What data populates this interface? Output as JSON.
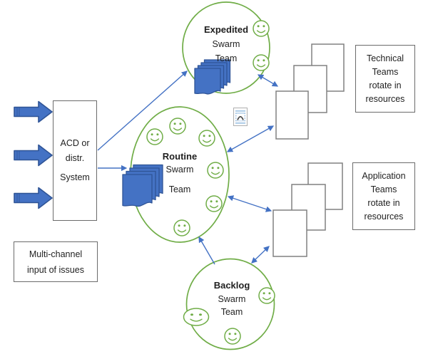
{
  "colors": {
    "team_green": "#70AD47",
    "flow_blue": "#4472C4",
    "flow_blue_dark": "#2F5496",
    "paper_border": "#808080",
    "box_border": "#6b6b6b",
    "text_color": "#1f1f1f",
    "stripe_blue": "#9DC3E6"
  },
  "teams": [
    {
      "id": "expedited",
      "lines": [
        "Expedited",
        "Swarm",
        "Team"
      ]
    },
    {
      "id": "routine",
      "lines": [
        "Routine",
        "Swarm",
        "Team"
      ]
    },
    {
      "id": "backlog",
      "lines": [
        "Backlog",
        "Swarm",
        "Team"
      ]
    }
  ],
  "boxes": {
    "acd": {
      "lines": [
        "ACD or",
        "distr.",
        "System"
      ]
    },
    "multichannel": {
      "lines": [
        "Multi-channel",
        "input of issues"
      ]
    },
    "technical": {
      "lines": [
        "Technical",
        "Teams",
        "rotate in",
        "resources"
      ]
    },
    "application": {
      "lines": [
        "Application",
        "Teams",
        "rotate in",
        "resources"
      ]
    }
  },
  "icons": {
    "smiley": "smiley-face",
    "documents": "document-stack",
    "input_arrow": "right-block-arrow",
    "placeholder": "embedded-object-placeholder"
  }
}
